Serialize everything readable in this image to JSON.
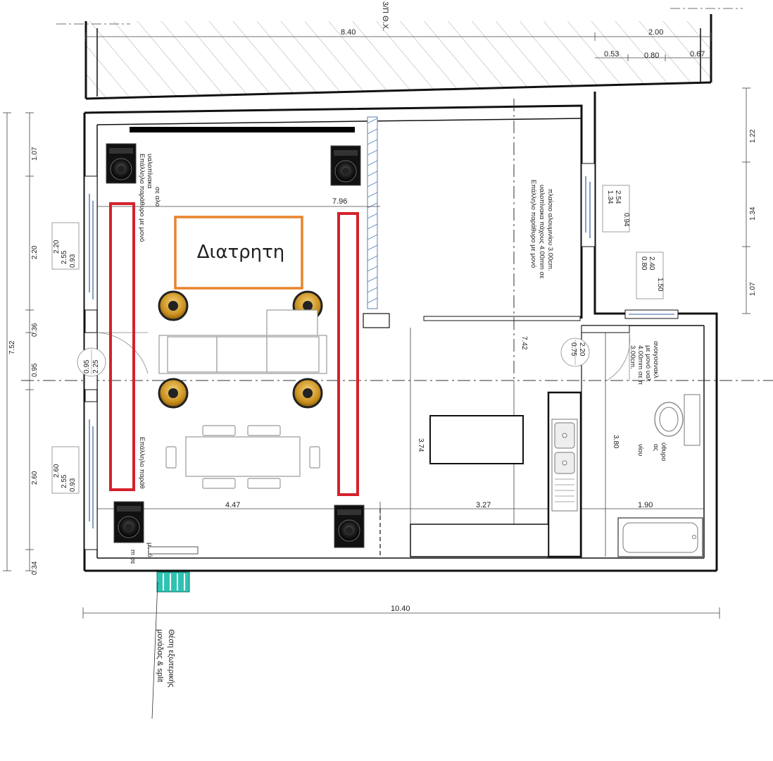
{
  "colors": {
    "wall": "#111111",
    "hatch": "#999999",
    "acoustic_panel": "#d4222b",
    "label_box": "#e8842c",
    "speaker_ring": "#c9901e",
    "split_unit": "#2fc3b3",
    "window_blue": "#5a7fb0"
  },
  "labels": {
    "perforated": "Διατρητη",
    "split_note_line1": "Θέση εξωτερικής",
    "split_note_line2": "μονάδας & split",
    "top_note": "3/Π Θ.Χ."
  },
  "dimensions": {
    "top_total": "8.40",
    "top_right": "2.00",
    "top_sub_a": "0.53",
    "top_sub_b": "0.80",
    "top_sub_c": "0.67",
    "room_inner_top": "7.96",
    "bottom_total": "10.40",
    "row_living": "4.47",
    "row_kitchen": "3.27",
    "row_bath": "1.90",
    "left_total": "7.52",
    "left_a": "1.07",
    "left_b": "2.20",
    "left_c": "0.36",
    "left_d": "0.95",
    "left_e": "2.60",
    "left_f": "0.34",
    "right_a": "1.22",
    "right_b": "1.34",
    "right_c": "1.07",
    "kitchen_height": "7.42",
    "kitchen_lower": "3.74",
    "bath_height": "3.80"
  },
  "opening_tags": {
    "w_left_top_a": "2.20",
    "w_left_top_b": "2.55",
    "w_left_top_c": "0.93",
    "door_left_a": "0.95",
    "door_left_b": "2.25",
    "w_left_bot_a": "2.60",
    "w_left_bot_b": "2.55",
    "w_left_bot_c": "0.93",
    "w_mid_a": "1.34",
    "w_mid_b": "2.54",
    "w_mid_c": "0.94",
    "w_right_a": "0.80",
    "w_right_b": "2.40",
    "w_right_c": "1.50",
    "door_bath_a": "0.75",
    "door_bath_b": "2.20"
  },
  "notes": {
    "kitchen_window_1": "Επάλληλο παράθυρο με μονό",
    "kitchen_window_2": "υαλοπίνακα πάχους 4.00mm σε",
    "kitchen_window_3": "πλαίσιο αλουμινίου 3.00cm.",
    "living_window_top_1": "Επάλληλο παράθυρο με μονό",
    "living_window_top_2": "υαλοπίνακα",
    "living_window_top_3": "σε αλο",
    "living_window_bot_1": "Επάλληλο παράθ",
    "living_window_bot_2": "μονό",
    "living_window_bot_3": "m σε",
    "bath_window_1": "ανοιγοανακλ",
    "bath_window_2": "με μονό υαλ",
    "bath_window_3": "4.00mm σε π",
    "bath_window_4": "3.00cm.",
    "bath_window_5": "ύθυρο",
    "bath_window_6": "ας",
    "bath_window_7": "νίου"
  }
}
